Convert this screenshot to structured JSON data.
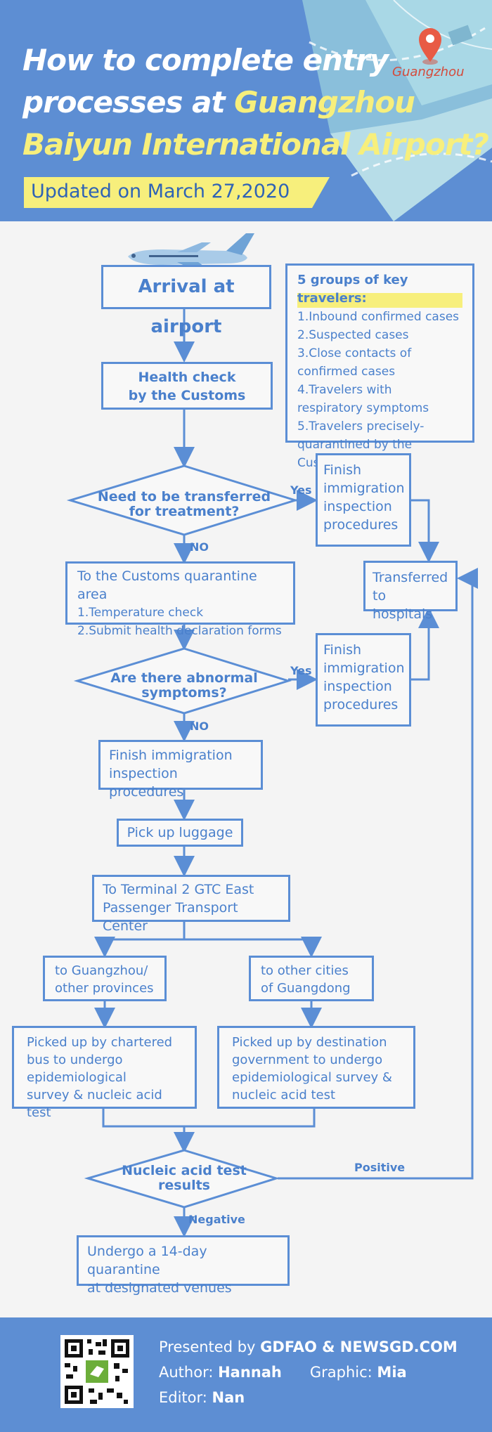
{
  "header": {
    "title_line1": "How to complete entry",
    "title_line2_a": "processes at ",
    "title_line2_b": "Guangzhou",
    "title_line3": "Baiyun International Airport?",
    "updated": "Updated on March 27,2020",
    "map_label": "Guangzhou"
  },
  "flow": {
    "arrival": "Arrival at airport",
    "health_check_1": "Health check",
    "health_check_2": "by the Customs",
    "key_travelers": {
      "title": "5 groups of key travelers:",
      "items": [
        "1.Inbound confirmed cases",
        "2.Suspected cases",
        "3.Close contacts of",
        "confirmed cases",
        "4.Travelers with",
        "respiratory symptoms",
        "5.Travelers precisely-",
        "quarantined by the Customs"
      ]
    },
    "q_transfer_1": "Need to be transferred",
    "q_transfer_2": "for treatment?",
    "yes": "Yes",
    "no": "NO",
    "finish_immig_box": [
      "Finish",
      "immigration",
      "inspection",
      "procedures"
    ],
    "transferred_1": "Transferred",
    "transferred_2": "to hospitals",
    "quarantine_area": {
      "title": "To the Customs quarantine area",
      "item1": "1.Temperature check",
      "item2": "2.Submit health declaration forms"
    },
    "q_symptoms_1": "Are there abnormal",
    "q_symptoms_2": "symptoms?",
    "finish_immig_1": "Finish immigration",
    "finish_immig_2": "inspection procedures",
    "luggage": "Pick up luggage",
    "terminal_1": "To Terminal 2 GTC East",
    "terminal_2": "Passenger Transport Center",
    "to_gz_1": "to Guangzhou/",
    "to_gz_2": "other provinces",
    "to_gd_1": "to other cities",
    "to_gd_2": "of Guangdong",
    "bus": [
      "Picked up by chartered",
      "bus to undergo",
      "epidemiological",
      "survey & nucleic acid test"
    ],
    "govt": [
      "Picked up by destination",
      "government to undergo",
      "epidemiological survey &",
      "nucleic acid test"
    ],
    "q_nucleic_1": "Nucleic acid",
    "q_nucleic_2": "test results",
    "positive": "Positive",
    "negative": "Negative",
    "quarantine_1": "Undergo a 14-day quarantine",
    "quarantine_2": "at designated venues"
  },
  "footer": {
    "presented_prefix": "Presented by ",
    "presented_by": "GDFAO & NEWSGD.COM",
    "author_prefix": "Author: ",
    "author": "Hannah",
    "graphic_prefix": "Graphic: ",
    "graphic": "Mia",
    "editor_prefix": "Editor: ",
    "editor": "Nan"
  },
  "colors": {
    "header_bg": "#5d8ed3",
    "accent_yellow": "#f7ef7c",
    "box_border": "#5b8ed5",
    "box_text": "#4a80cc",
    "map_pin": "#d44b3c"
  },
  "icons": [
    "airplane-icon",
    "map-pin-icon",
    "qr-code-icon"
  ]
}
